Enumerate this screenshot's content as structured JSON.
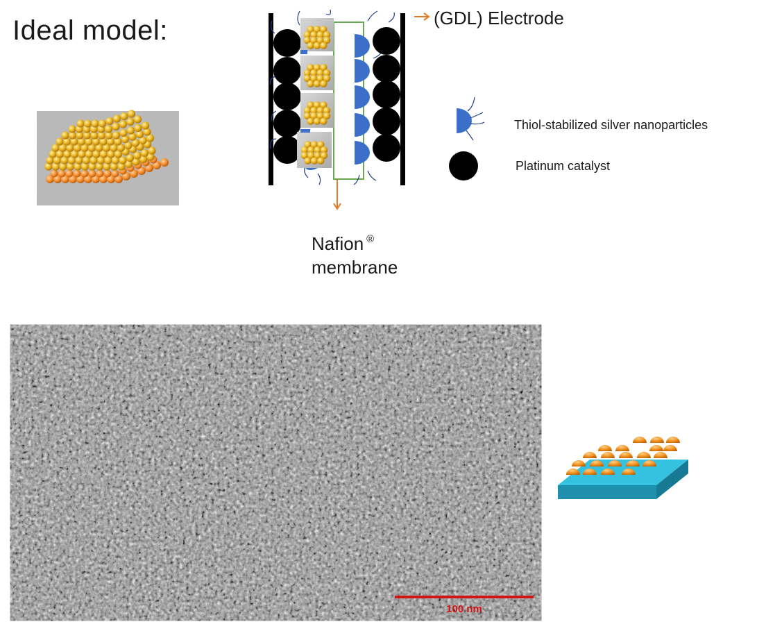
{
  "title": "Ideal model:",
  "electrode_label": "(GDL) Electrode",
  "nafion": {
    "line1": "Nafion",
    "symbol": "®",
    "line2": "membrane"
  },
  "legend": {
    "silver_nanoparticles": "Thiol-stabilized silver nanoparticles",
    "platinum_catalyst": "Platinum catalyst"
  },
  "scale_bar_label": "100 nm",
  "colors": {
    "platinum": "#000000",
    "silver": "#3b6fc9",
    "arrow": "#e07b2a",
    "membrane_outline": "#6aa84f",
    "gold": "#e8b21e",
    "substrate": "#2fb3cf",
    "cap": "#f08a14",
    "scale_bar": "#d01515"
  }
}
